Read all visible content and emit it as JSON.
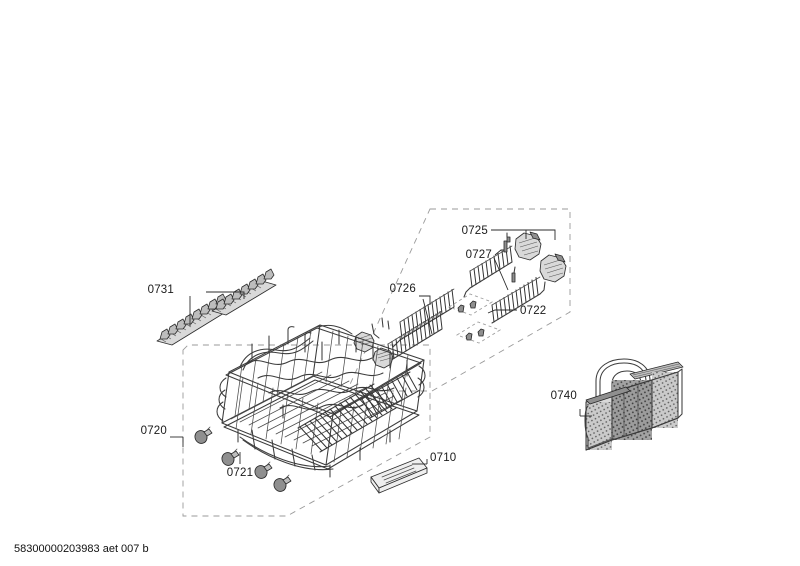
{
  "document": {
    "type": "exploded-parts-diagram",
    "subject": "Dishwasher upper dish rack assembly",
    "background_color": "#ffffff",
    "line_color": "#3c3c3c",
    "dashed_group_color": "#9a9a9a",
    "footer_text": "58300000203983 aet 007 b"
  },
  "labels": {
    "p0731": "0731",
    "p0725": "0725",
    "p0727": "0727",
    "p0726": "0726",
    "p0722": "0722",
    "p0720": "0720",
    "p0721": "0721",
    "p0710": "0710",
    "p0740": "0740"
  },
  "parts": [
    {
      "number": "0731",
      "name": "folding-tine-rows",
      "count": 2,
      "region": "upper-left"
    },
    {
      "number": "0725",
      "name": "tine-row-end-clip",
      "count": 2,
      "region": "upper-right"
    },
    {
      "number": "0727",
      "name": "foldable-tine-comb-rear",
      "count": 1,
      "region": "upper-right"
    },
    {
      "number": "0726",
      "name": "foldable-tine-comb-front",
      "count": 2,
      "region": "upper-middle"
    },
    {
      "number": "0722",
      "name": "tine-mounting-pin-set",
      "count": 1,
      "region": "upper-right"
    },
    {
      "number": "0720",
      "name": "dish-rack-basket-assembly",
      "count": 1,
      "region": "center-left"
    },
    {
      "number": "0721",
      "name": "rack-roller-wheel",
      "count": 4,
      "region": "center-left"
    },
    {
      "number": "0710",
      "name": "rack-handle-trim-strip",
      "count": 1,
      "region": "lower-middle"
    },
    {
      "number": "0740",
      "name": "cutlery-basket",
      "count": 1,
      "region": "right"
    }
  ],
  "groups": [
    {
      "id": "group-0720",
      "label": "0720",
      "style": "dashed-parallelogram",
      "region": "lower-left"
    },
    {
      "id": "group-0725",
      "label": "0725",
      "style": "dashed-parallelogram",
      "region": "upper-right"
    }
  ]
}
